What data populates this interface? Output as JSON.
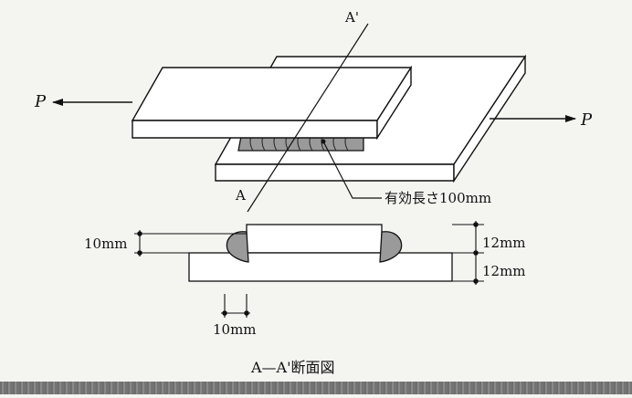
{
  "labels": {
    "force_left": "P",
    "force_right": "P",
    "section_top": "A'",
    "section_bottom": "A",
    "effective_length": "有効長さ100mm",
    "dim_left": "10mm",
    "dim_bottom": "10mm",
    "dim_right_top": "12mm",
    "dim_right_bottom": "12mm",
    "caption": "A—A'断面図"
  },
  "colors": {
    "line": "#111111",
    "plate_fill": "#ffffff",
    "weld_fill": "#9a9a9a",
    "background": "#f4f4f1"
  }
}
